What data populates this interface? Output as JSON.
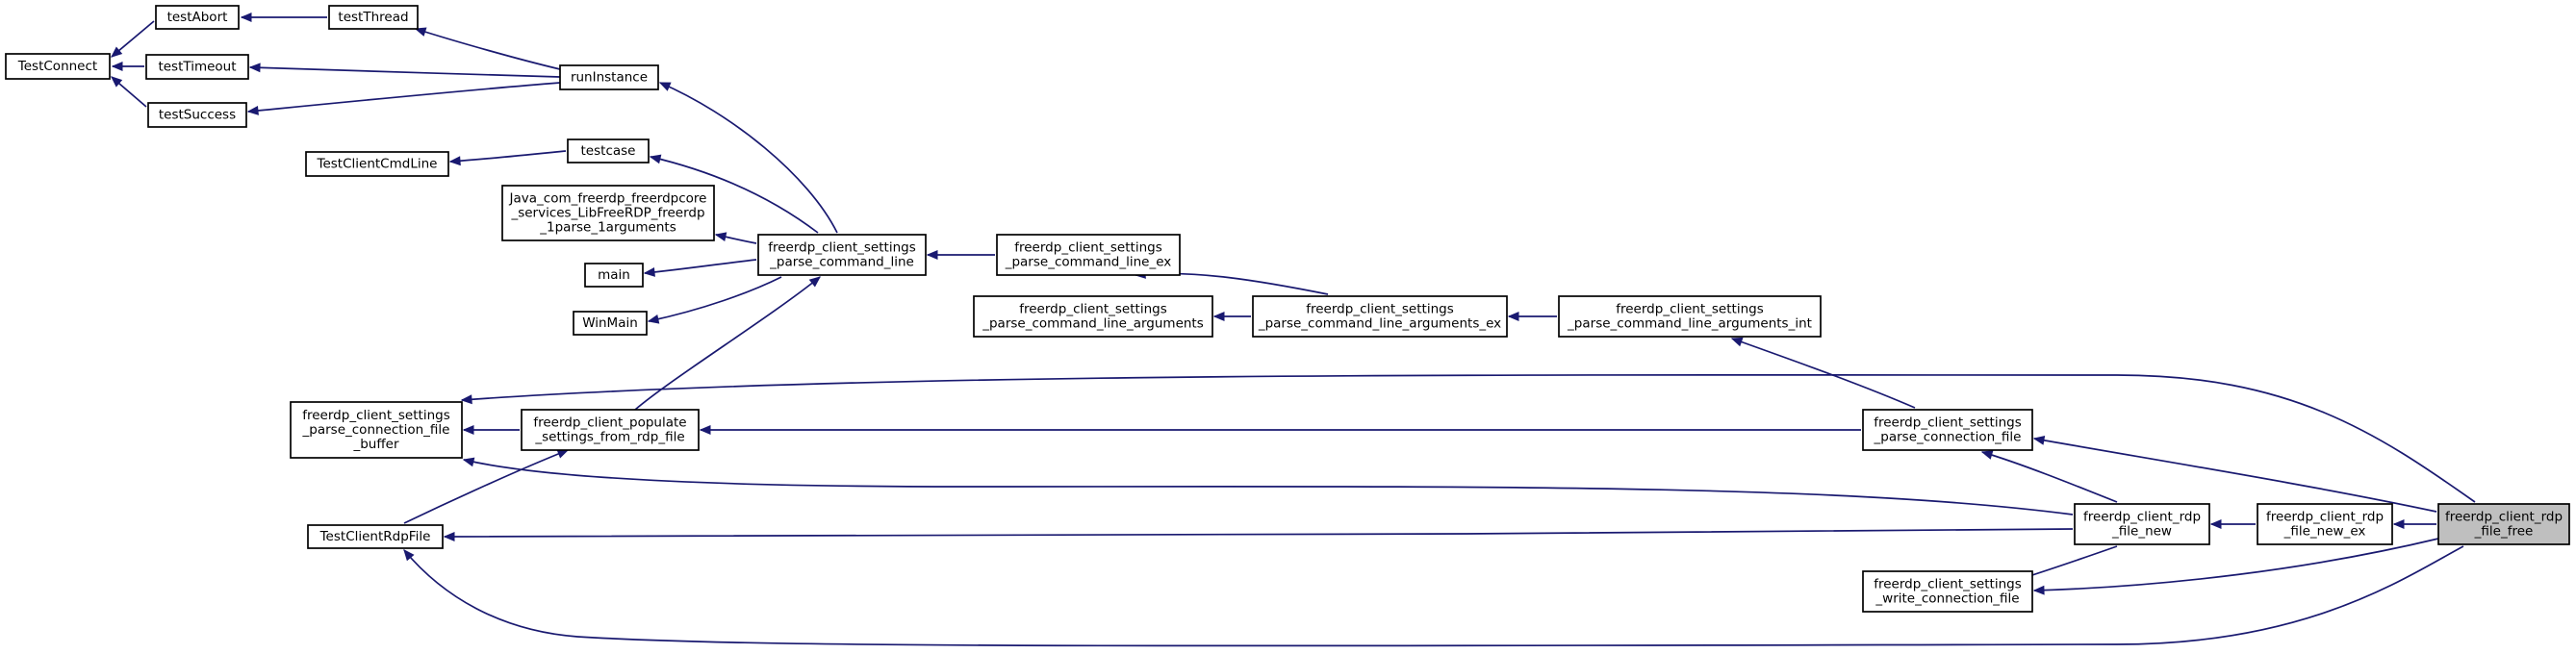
{
  "graph": {
    "type": "caller-graph",
    "edge_color": "#191970",
    "nodes": [
      {
        "id": "TestConnect",
        "lines": [
          "TestConnect"
        ]
      },
      {
        "id": "testAbort",
        "lines": [
          "testAbort"
        ]
      },
      {
        "id": "testThread",
        "lines": [
          "testThread"
        ]
      },
      {
        "id": "testTimeout",
        "lines": [
          "testTimeout"
        ]
      },
      {
        "id": "testSuccess",
        "lines": [
          "testSuccess"
        ]
      },
      {
        "id": "runInstance",
        "lines": [
          "runInstance"
        ]
      },
      {
        "id": "TestClientCmdLine",
        "lines": [
          "TestClientCmdLine"
        ]
      },
      {
        "id": "testcase",
        "lines": [
          "testcase"
        ]
      },
      {
        "id": "Java_parse_arguments",
        "lines": [
          "Java_com_freerdp_freerdpcore",
          "_services_LibFreeRDP_freerdp",
          "_1parse_1arguments"
        ]
      },
      {
        "id": "main",
        "lines": [
          "main"
        ]
      },
      {
        "id": "WinMain",
        "lines": [
          "WinMain"
        ]
      },
      {
        "id": "parse_command_line",
        "lines": [
          "freerdp_client_settings",
          "_parse_command_line"
        ]
      },
      {
        "id": "parse_command_line_ex",
        "lines": [
          "freerdp_client_settings",
          "_parse_command_line_ex"
        ]
      },
      {
        "id": "parse_command_line_arguments",
        "lines": [
          "freerdp_client_settings",
          "_parse_command_line_arguments"
        ]
      },
      {
        "id": "parse_command_line_arguments_ex",
        "lines": [
          "freerdp_client_settings",
          "_parse_command_line_arguments_ex"
        ]
      },
      {
        "id": "parse_command_line_arguments_int",
        "lines": [
          "freerdp_client_settings",
          "_parse_command_line_arguments_int"
        ]
      },
      {
        "id": "parse_connection_file_buffer",
        "lines": [
          "freerdp_client_settings",
          "_parse_connection_file",
          "_buffer"
        ]
      },
      {
        "id": "populate_settings",
        "lines": [
          "freerdp_client_populate",
          "_settings_from_rdp_file"
        ]
      },
      {
        "id": "parse_connection_file",
        "lines": [
          "freerdp_client_settings",
          "_parse_connection_file"
        ]
      },
      {
        "id": "TestClientRdpFile",
        "lines": [
          "TestClientRdpFile"
        ]
      },
      {
        "id": "rdp_file_new",
        "lines": [
          "freerdp_client_rdp",
          "_file_new"
        ]
      },
      {
        "id": "rdp_file_new_ex",
        "lines": [
          "freerdp_client_rdp",
          "_file_new_ex"
        ]
      },
      {
        "id": "rdp_file_free",
        "lines": [
          "freerdp_client_rdp",
          "_file_free"
        ],
        "current": true
      },
      {
        "id": "write_connection_file",
        "lines": [
          "freerdp_client_settings",
          "_write_connection_file"
        ]
      }
    ],
    "edges": [
      {
        "from": "testAbort",
        "to": "TestConnect"
      },
      {
        "from": "testTimeout",
        "to": "TestConnect"
      },
      {
        "from": "testSuccess",
        "to": "TestConnect"
      },
      {
        "from": "testThread",
        "to": "testAbort"
      },
      {
        "from": "runInstance",
        "to": "testThread"
      },
      {
        "from": "runInstance",
        "to": "testTimeout"
      },
      {
        "from": "runInstance",
        "to": "testSuccess"
      },
      {
        "from": "testcase",
        "to": "TestClientCmdLine"
      },
      {
        "from": "parse_command_line",
        "to": "runInstance"
      },
      {
        "from": "parse_command_line",
        "to": "testcase"
      },
      {
        "from": "parse_command_line",
        "to": "Java_parse_arguments"
      },
      {
        "from": "parse_command_line",
        "to": "main"
      },
      {
        "from": "parse_command_line",
        "to": "WinMain"
      },
      {
        "from": "parse_command_line",
        "to": "populate_settings"
      },
      {
        "from": "parse_command_line_ex",
        "to": "parse_command_line"
      },
      {
        "from": "parse_command_line_arguments_ex",
        "to": "parse_command_line_ex"
      },
      {
        "from": "parse_command_line_arguments_ex",
        "to": "parse_command_line_arguments"
      },
      {
        "from": "parse_command_line_arguments_int",
        "to": "parse_command_line_arguments_ex"
      },
      {
        "from": "parse_connection_file",
        "to": "parse_command_line_arguments_int"
      },
      {
        "from": "parse_connection_file",
        "to": "populate_settings"
      },
      {
        "from": "populate_settings",
        "to": "parse_connection_file_buffer"
      },
      {
        "from": "populate_settings",
        "to": "TestClientRdpFile"
      },
      {
        "from": "rdp_file_new",
        "to": "parse_connection_file"
      },
      {
        "from": "rdp_file_new",
        "to": "parse_connection_file_buffer"
      },
      {
        "from": "rdp_file_new",
        "to": "TestClientRdpFile"
      },
      {
        "from": "rdp_file_new",
        "to": "write_connection_file"
      },
      {
        "from": "rdp_file_new_ex",
        "to": "rdp_file_new"
      },
      {
        "from": "rdp_file_free",
        "to": "rdp_file_new_ex"
      },
      {
        "from": "rdp_file_free",
        "to": "parse_connection_file_buffer"
      },
      {
        "from": "rdp_file_free",
        "to": "parse_connection_file"
      },
      {
        "from": "rdp_file_free",
        "to": "write_connection_file"
      },
      {
        "from": "rdp_file_free",
        "to": "TestClientRdpFile"
      }
    ]
  }
}
